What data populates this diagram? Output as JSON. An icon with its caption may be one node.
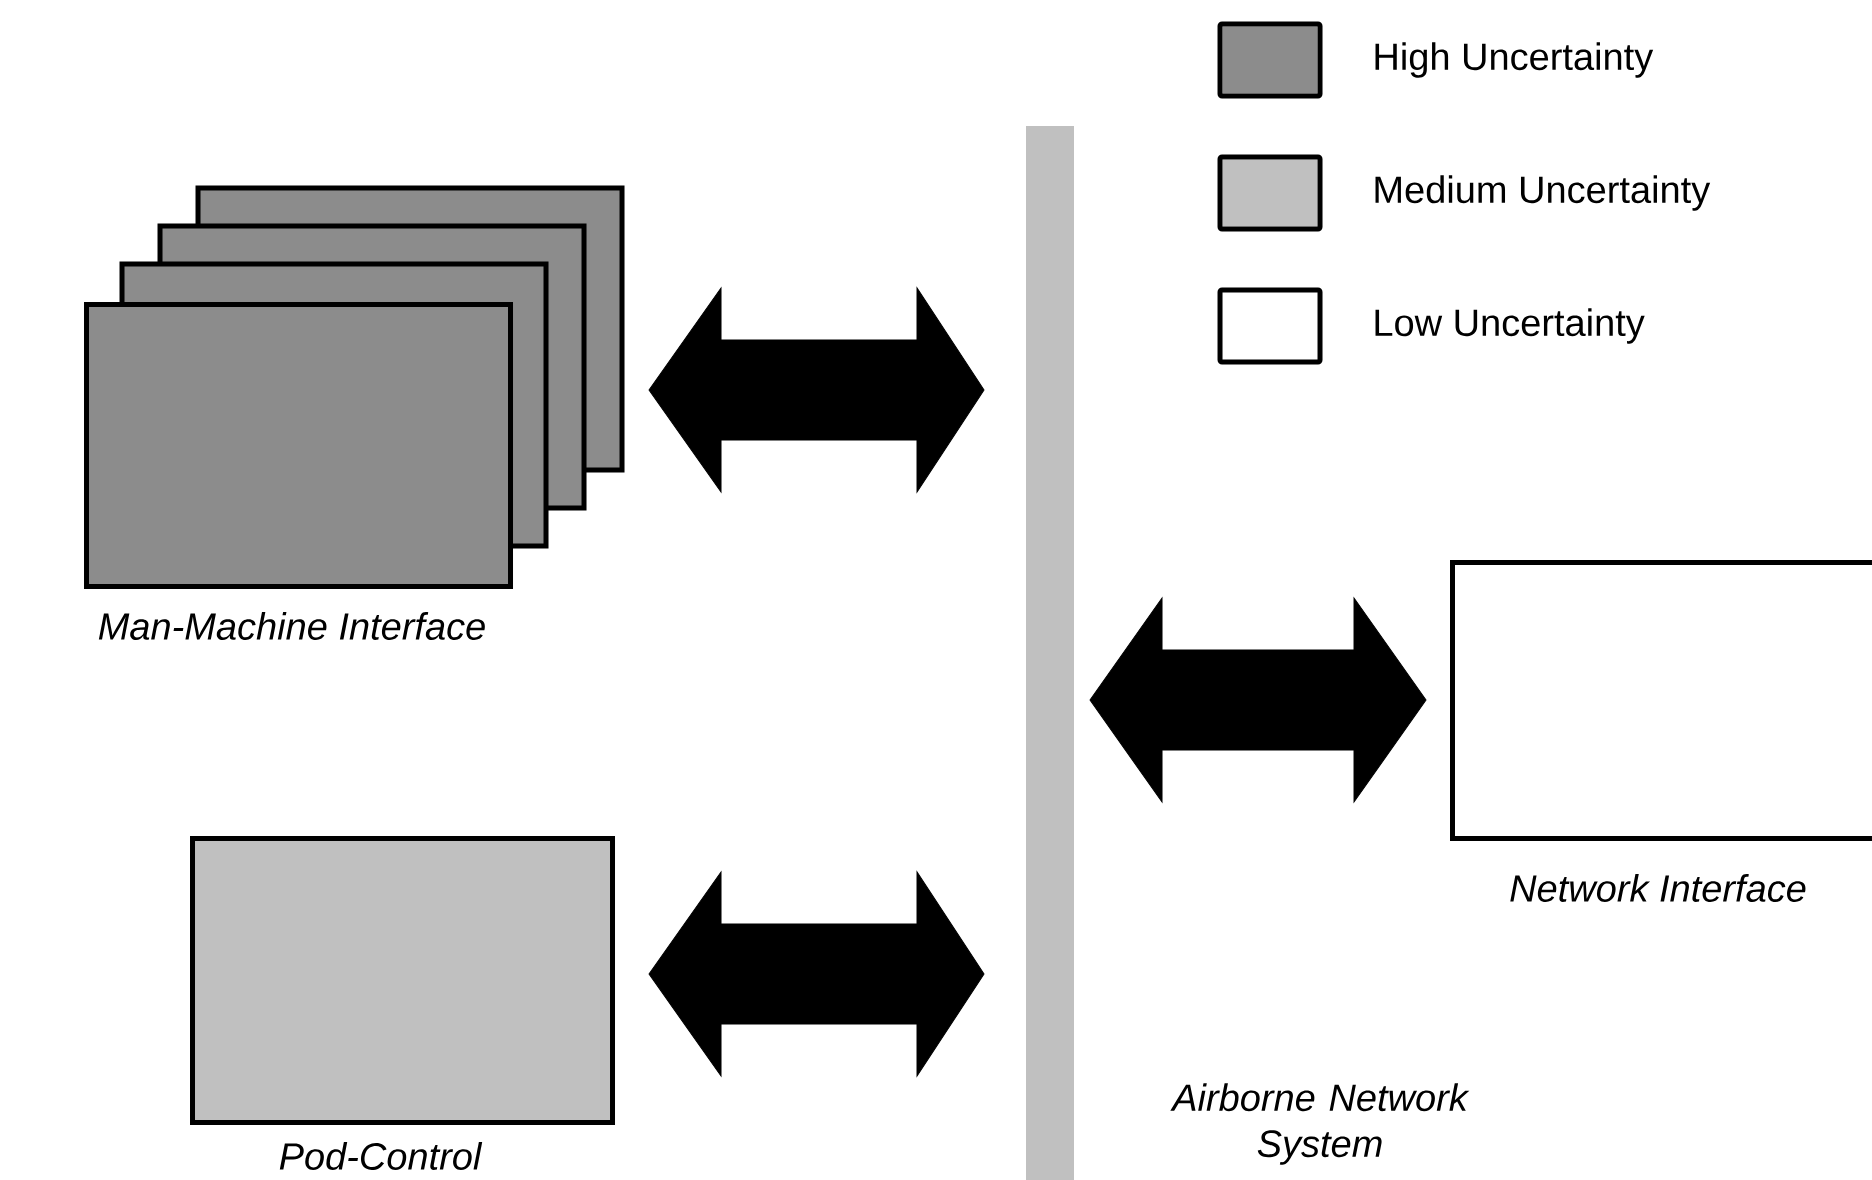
{
  "diagram": {
    "nodes": [
      {
        "text": [
          "Man-Machine Interface"
        ]
      },
      {
        "text": [
          "Pod-Control"
        ]
      },
      {
        "text": [
          "Network Interface"
        ]
      },
      {
        "text": [
          "Airborne Network System"
        ]
      }
    ],
    "edges": [
      {
        "from": 0,
        "to": 3,
        "arrow": "both"
      },
      {
        "from": 1,
        "to": 3,
        "arrow": "both"
      },
      {
        "from": 3,
        "to": 2,
        "arrow": "both"
      }
    ],
    "legend": [
      {
        "text": "High Uncertainty",
        "color": "#8c8c8c"
      },
      {
        "text": "Medium Uncertainty",
        "color": "#c0c0c0"
      },
      {
        "text": "Low Uncertainty",
        "color": "#ffffff"
      }
    ]
  }
}
